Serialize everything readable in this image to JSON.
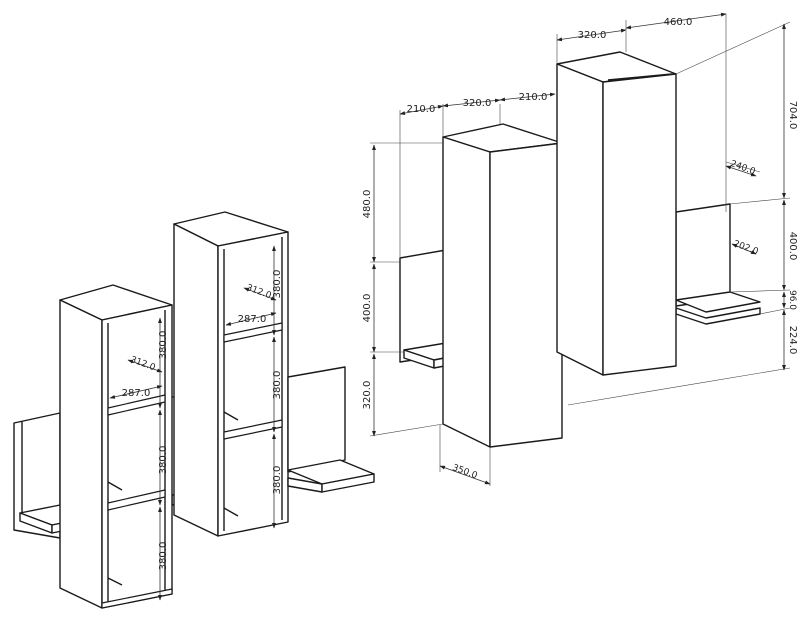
{
  "left_assembly": {
    "tall_unit": {
      "depth_label": "312.0",
      "width_label": "287.0",
      "height_labels": [
        "380.0",
        "380.0",
        "380.0"
      ]
    },
    "short_unit": {
      "depth_label": "312.0",
      "width_label": "287.0",
      "height_labels": [
        "380.0",
        "380.0",
        "380.0"
      ]
    }
  },
  "right_assembly": {
    "top_widths": [
      "210.0",
      "320.0",
      "210.0"
    ],
    "upper_widths": [
      "320.0",
      "460.0"
    ],
    "left_heights": [
      "480.0",
      "400.0",
      "320.0"
    ],
    "right_heights": [
      "704.0",
      "400.0",
      "96.0",
      "224.0"
    ],
    "bottom_depth": "350.0",
    "shelf_depth": "240.0",
    "shelf_thickness": "202.0"
  }
}
